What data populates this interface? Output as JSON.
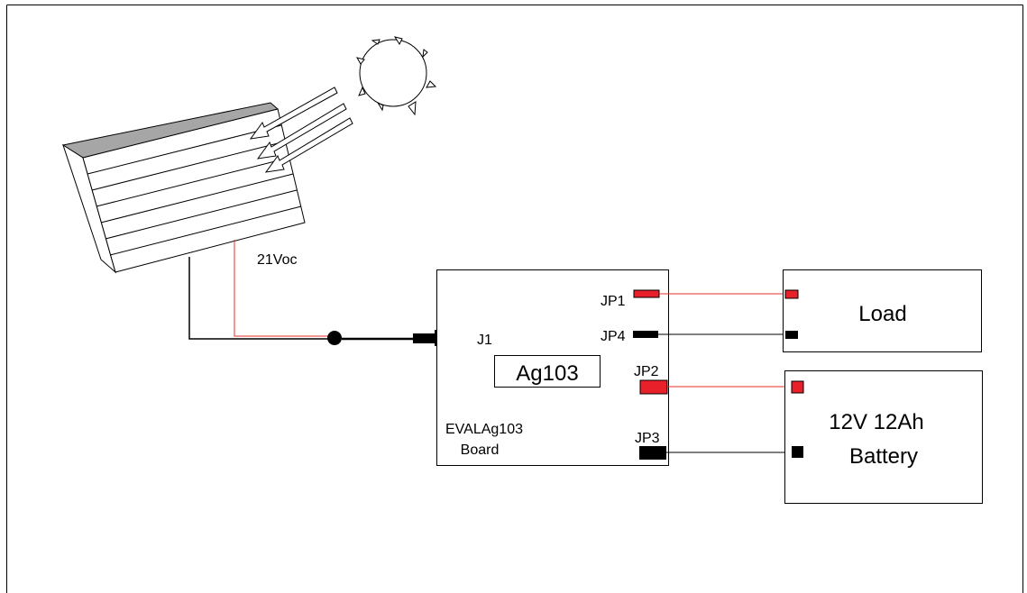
{
  "diagram": {
    "labels": {
      "voltage": "21Voc",
      "j1": "J1",
      "chip": "Ag103",
      "board_line1": "EVALAg103",
      "board_line2": "Board",
      "jp1": "JP1",
      "jp4": "JP4",
      "jp2": "JP2",
      "jp3": "JP3",
      "load": "Load",
      "battery_line1": "12V 12Ah",
      "battery_line2": "Battery"
    },
    "colors": {
      "positive_wire": "#e8302a",
      "negative_wire": "#000000",
      "connector_red": "#e8202a",
      "panel_top": "#a6a6a6",
      "outline": "#000000",
      "background": "#ffffff"
    },
    "icons": [
      "sun-icon",
      "solar-panel-icon",
      "light-ray-arrow-icon"
    ]
  }
}
